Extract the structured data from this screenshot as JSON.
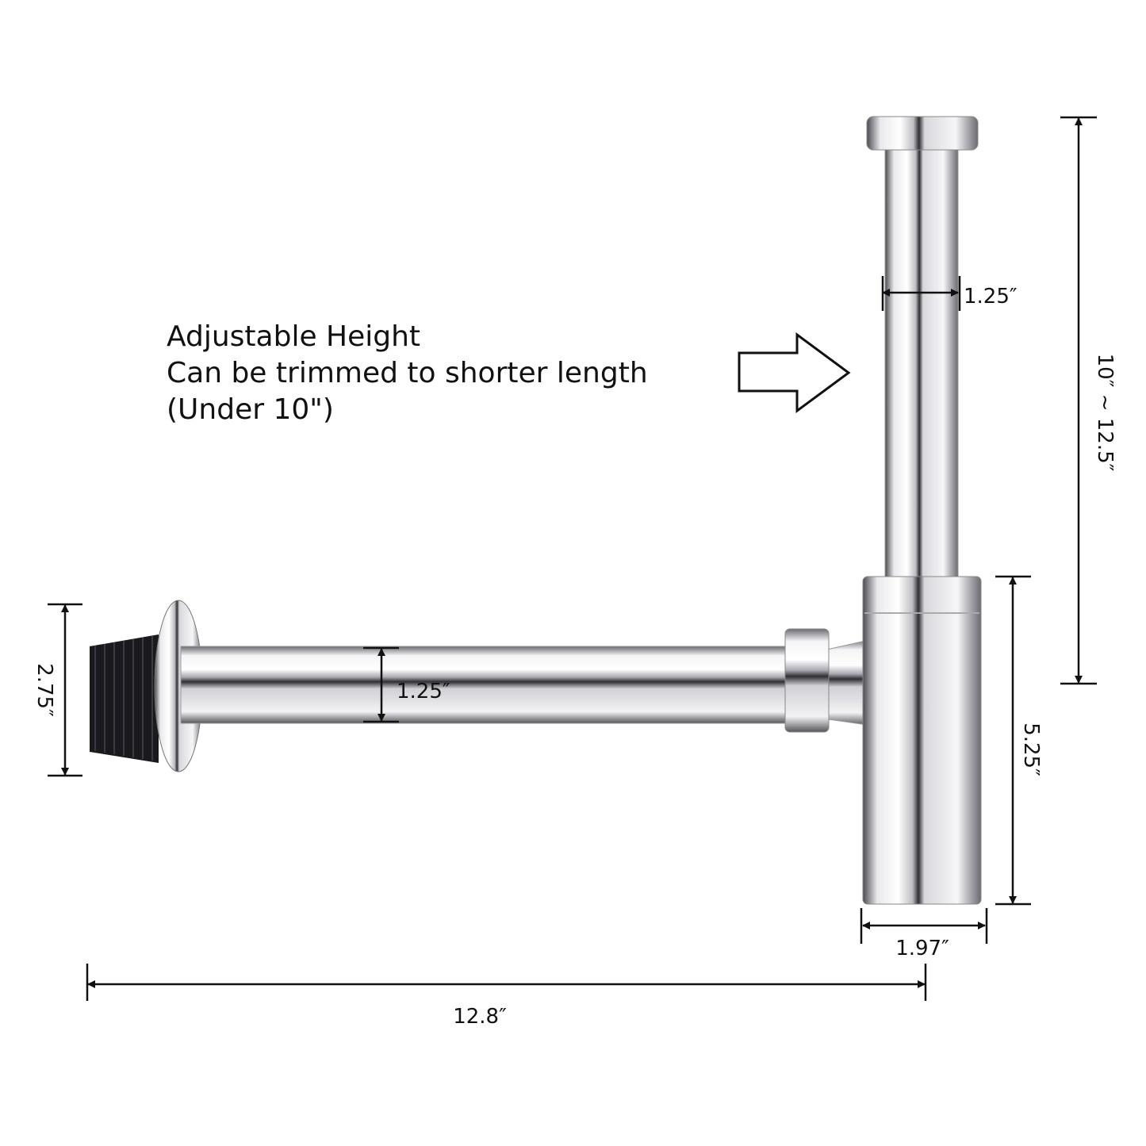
{
  "note": {
    "line1": "Adjustable Height",
    "line2": "Can be trimmed to shorter length",
    "line3": "(Under 10\")"
  },
  "dimensions": {
    "upper_pipe_diameter": "1.25″",
    "overall_height": "10″ ~ 12.5″",
    "body_height": "5.25″",
    "body_diameter": "1.97″",
    "overall_length": "12.8″",
    "flange_diameter": "2.75″",
    "horizontal_pipe_diameter": "1.25″"
  },
  "colors": {
    "line": "#111111",
    "chrome_light": "#f4f4f6",
    "chrome_dark": "#3a3a3e",
    "thread": "#1a1a1e"
  }
}
